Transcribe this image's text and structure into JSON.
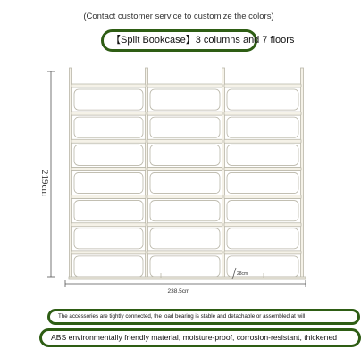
{
  "header": {
    "note": "(Contact customer service to customize the colors)",
    "title": "【Split Bookcase】3 columns and 7 floors"
  },
  "dimensions": {
    "height": "219cm",
    "width": "238.5cm",
    "depth": "28cm"
  },
  "features": {
    "line1": "The accessories are tightly connected, the load bearing is stable and detachable or assembled at will",
    "line2": "ABS environmentally friendly material, moisture-proof, corrosion-resistant, thickened"
  },
  "colors": {
    "accent": "#2e5d14",
    "shelf_fill": "#f5f2e8",
    "shelf_stroke": "#b9b6a8"
  },
  "bookcase": {
    "columns": 3,
    "floors": 7
  }
}
